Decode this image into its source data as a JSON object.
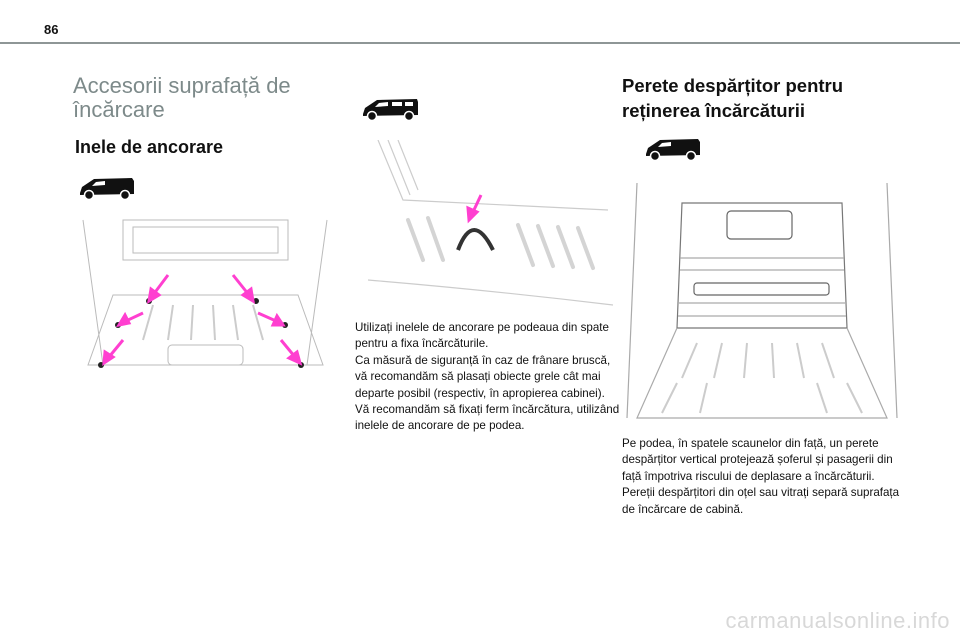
{
  "page_number": "86",
  "section_title": "Accesorii suprafață de încărcare",
  "left": {
    "heading": "Inele de ancorare"
  },
  "middle": {
    "text": "Utilizați inelele de ancorare pe podeaua din spate pentru a fixa încărcăturile.\nCa măsură de siguranță în caz de frânare bruscă, vă recomandăm să plasați obiecte grele cât mai departe posibil (respectiv, în apropierea cabinei).\nVă recomandăm să fixați ferm încărcătura, utilizând inelele de ancorare de pe podea."
  },
  "right": {
    "heading": "Perete despărțitor pentru reținerea încărcăturii",
    "text": "Pe podea, în spatele scaunelor din față, un perete despărțitor vertical protejează șoferul și pasagerii din față împotriva riscului de deplasare a încărcăturii.\nPereții despărțitori din oțel sau vitrați separă suprafața de încărcare de cabină."
  },
  "watermark": "carmanualsonline.info",
  "colors": {
    "accent_arrow": "#ff3fd0",
    "title_gray": "#7d8a8a"
  }
}
